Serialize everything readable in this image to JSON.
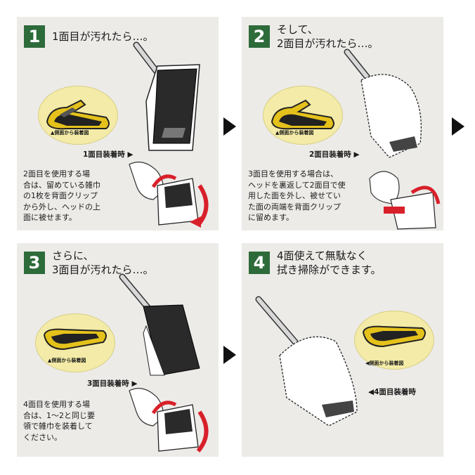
{
  "colors": {
    "panel_bg": "#ecebe8",
    "number_badge": "#2d6b3a",
    "circle_bg": "#f3eba7",
    "clip_yellow": "#e5c21b",
    "arrow_red": "#d8202a"
  },
  "steps": [
    {
      "number": "1",
      "title": [
        "1面目が汚れたら…。"
      ],
      "side_label": "▲側面から装着図",
      "mount_label": "1面目装着時 ▶",
      "description": [
        "2面目を使用する場",
        "合は、留めている雑巾",
        "の1枚を背面クリップ",
        "から外し、ヘッドの上",
        "面に被せます。"
      ]
    },
    {
      "number": "2",
      "title": [
        "そして、",
        "2面目が汚れたら…。"
      ],
      "side_label": "▲側面から装着図",
      "mount_label": "2面目装着時 ▶",
      "description": [
        "3面目を使用する場合は、",
        "ヘッドを裏返して2面目で使",
        "用した面を外し、被せてい",
        "た面の両端を背面クリップ",
        "に留めます。"
      ]
    },
    {
      "number": "3",
      "title": [
        "さらに、",
        "3面目が汚れたら…。"
      ],
      "side_label": "▲側面から装着図",
      "mount_label": "3面目装着時 ▶",
      "description": [
        "4面目を使用する場",
        "合は、1～2と同じ要",
        "領で雑巾を装着して",
        "ください。"
      ]
    },
    {
      "number": "4",
      "title": [
        "4面使えて無駄なく",
        "拭き掃除ができます。"
      ],
      "side_label": "◀側面から装着図",
      "mount_label": "◀4面目装着時",
      "description": []
    }
  ],
  "icons": [
    "next-arrow-icon",
    "clip-side-view-icon",
    "mop-head-icon",
    "hand-icon",
    "rotate-arrow-icon"
  ]
}
